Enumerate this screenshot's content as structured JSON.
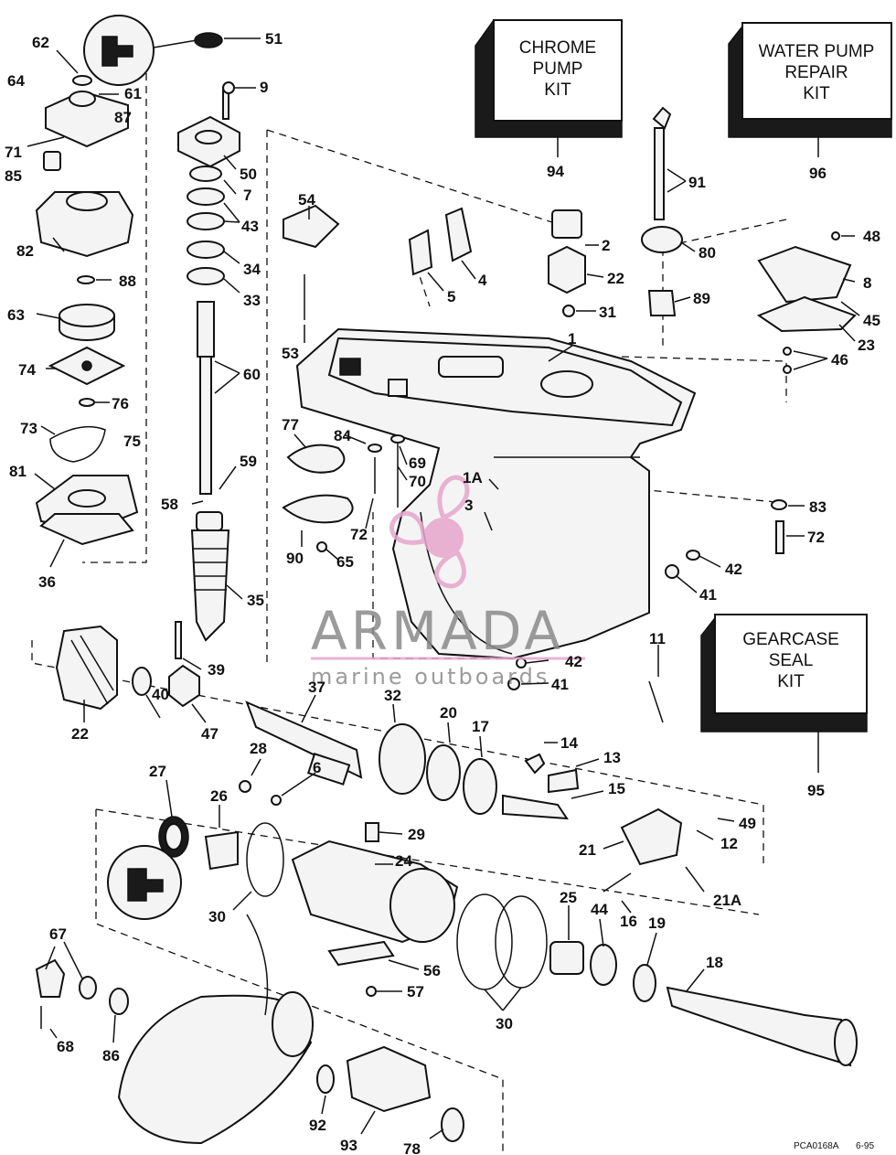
{
  "kits": {
    "chrome": [
      "CHROME",
      "PUMP",
      "KIT"
    ],
    "water": [
      "WATER PUMP",
      "REPAIR",
      "KIT"
    ],
    "gearcase": [
      "GEARCASE",
      "SEAL",
      "KIT"
    ]
  },
  "callouts": {
    "c62": "62",
    "c51": "51",
    "c64": "64",
    "c9": "9",
    "c61": "61",
    "c87": "87",
    "c71": "71",
    "c85": "85",
    "c50": "50",
    "c7": "7",
    "c43": "43",
    "c82": "82",
    "c88": "88",
    "c34": "34",
    "c33": "33",
    "c63": "63",
    "c60": "60",
    "c74": "74",
    "c76": "76",
    "c73": "73",
    "c75": "75",
    "c59": "59",
    "c81": "81",
    "c58": "58",
    "c36": "36",
    "c35": "35",
    "c39": "39",
    "c22a": "22",
    "c40": "40",
    "c47": "47",
    "c37": "37",
    "c32": "32",
    "c20": "20",
    "c17": "17",
    "c14": "14",
    "c13": "13",
    "c15": "15",
    "c28": "28",
    "c6": "6",
    "c27": "27",
    "c26": "26",
    "c29": "29",
    "c24": "24",
    "c30a": "30",
    "c30b": "30",
    "c56": "56",
    "c57": "57",
    "c67": "67",
    "c68": "68",
    "c86": "86",
    "c92": "92",
    "c93": "93",
    "c78": "78",
    "c25": "25",
    "c44": "44",
    "c16": "16",
    "c19": "19",
    "c18": "18",
    "c21": "21",
    "c21a": "21A",
    "c12": "12",
    "c49": "49",
    "c95": "95",
    "c11": "11",
    "c42a": "42",
    "c41a": "41",
    "c42b": "42",
    "c41b": "41",
    "c72a": "72",
    "c83": "83",
    "c94": "94",
    "c91": "91",
    "c96": "96",
    "c80": "80",
    "c89": "89",
    "c48": "48",
    "c8": "8",
    "c45": "45",
    "c23": "23",
    "c46": "46",
    "c2": "2",
    "c22b": "22",
    "c31": "31",
    "c4": "4",
    "c5": "5",
    "c54": "54",
    "c53": "53",
    "c1": "1",
    "c77": "77",
    "c84": "84",
    "c69": "69",
    "c70": "70",
    "c1a": "1A",
    "c3": "3",
    "c72b": "72",
    "c90": "90",
    "c65": "65"
  },
  "watermark": {
    "brand": "ARMADA",
    "tagline": "marine outboards",
    "color": "#e6a6cc"
  },
  "footer": {
    "code": "PCA0168A",
    "date": "6-95"
  }
}
